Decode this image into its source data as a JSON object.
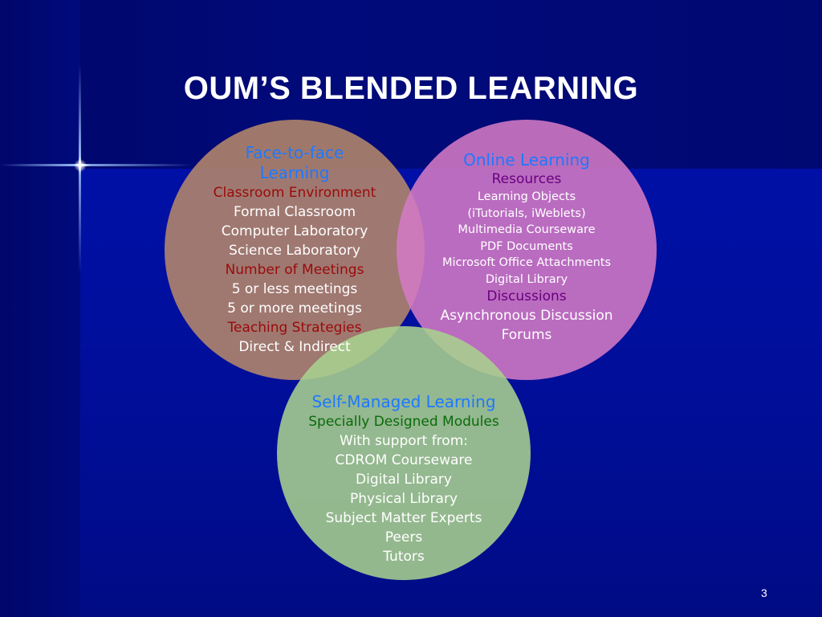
{
  "title": "OUM’S BLENDED LEARNING",
  "page_number": "3",
  "colors": {
    "background": "#000e96",
    "face_circle": "#b5886a",
    "online_circle": "#d47ac4",
    "self_circle": "#a8d08e",
    "heading_blue": "#1e78ff",
    "subheading_red": "#9b0a0a",
    "subheading_purple": "#6a0080",
    "subheading_green": "#0b6b0b"
  },
  "face_to_face": {
    "heading": [
      "Face-to-face",
      "Learning"
    ],
    "lines": [
      {
        "text": "Classroom Environment",
        "style": "sub"
      },
      {
        "text": "Formal Classroom",
        "style": "item"
      },
      {
        "text": "Computer Laboratory",
        "style": "item"
      },
      {
        "text": "Science Laboratory",
        "style": "item"
      },
      {
        "text": "Number of Meetings",
        "style": "sub"
      },
      {
        "text": "5 or less meetings",
        "style": "item"
      },
      {
        "text": "5 or more meetings",
        "style": "item"
      },
      {
        "text": "Teaching Strategies",
        "style": "sub"
      },
      {
        "text": "Direct & Indirect",
        "style": "item"
      }
    ]
  },
  "online": {
    "heading": [
      "Online Learning"
    ],
    "lines": [
      {
        "text": "Resources",
        "style": "sub"
      },
      {
        "text": "Learning Objects",
        "style": "small"
      },
      {
        "text": "(iTutorials, iWeblets)",
        "style": "small"
      },
      {
        "text": "Multimedia Courseware",
        "style": "small"
      },
      {
        "text": "PDF Documents",
        "style": "small"
      },
      {
        "text": "Microsoft Office Attachments",
        "style": "small"
      },
      {
        "text": "Digital Library",
        "style": "small"
      },
      {
        "text": "Discussions",
        "style": "sub"
      },
      {
        "text": "Asynchronous  Discussion",
        "style": "item"
      },
      {
        "text": "Forums",
        "style": "item"
      }
    ]
  },
  "self_managed": {
    "heading": [
      "Self-Managed Learning"
    ],
    "lines": [
      {
        "text": "Specially Designed Modules",
        "style": "sub"
      },
      {
        "text": "With support from:",
        "style": "item"
      },
      {
        "text": "CDROM Courseware",
        "style": "item"
      },
      {
        "text": "Digital Library",
        "style": "item"
      },
      {
        "text": "Physical Library",
        "style": "item"
      },
      {
        "text": "Subject Matter Experts",
        "style": "item"
      },
      {
        "text": "Peers",
        "style": "item"
      },
      {
        "text": "Tutors",
        "style": "item"
      }
    ]
  }
}
